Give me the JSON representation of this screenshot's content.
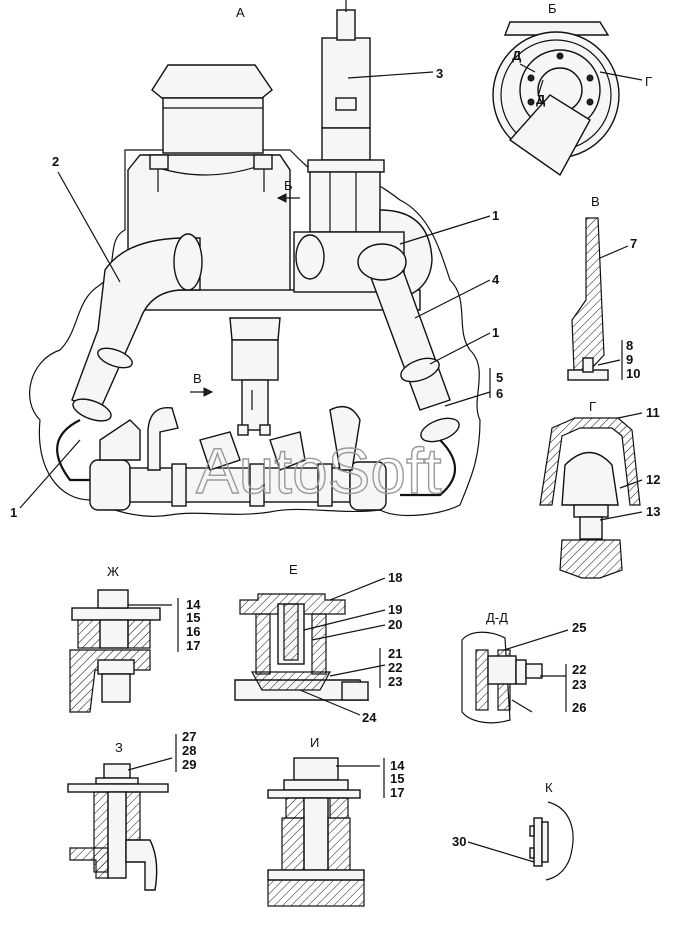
{
  "views": {
    "A": "А",
    "B": "Б",
    "V": "В",
    "G": "Г",
    "ZH": "Ж",
    "E": "Е",
    "DD": "Д-Д",
    "Z": "З",
    "I": "И",
    "K": "К"
  },
  "view_marks": {
    "B_arrow": "Б",
    "V_arrow": "В",
    "D_left": "Д",
    "D_right": "Д",
    "G_mark": "Г"
  },
  "callouts": {
    "c1a": "1",
    "c1b": "1",
    "c1c": "1",
    "c2": "2",
    "c3": "3",
    "c4": "4",
    "c5": "5",
    "c6": "6",
    "c7": "7",
    "c8": "8",
    "c9": "9",
    "c10": "10",
    "c11": "11",
    "c12": "12",
    "c13": "13",
    "c14a": "14",
    "c15a": "15",
    "c16": "16",
    "c17a": "17",
    "c18": "18",
    "c19": "19",
    "c20": "20",
    "c21": "21",
    "c22a": "22",
    "c23a": "23",
    "c24": "24",
    "c25": "25",
    "c22b": "22",
    "c23b": "23",
    "c26": "26",
    "c27": "27",
    "c28": "28",
    "c29": "29",
    "c14b": "14",
    "c15b": "15",
    "c17b": "17",
    "c30": "30"
  },
  "watermark": "AutoSoft"
}
